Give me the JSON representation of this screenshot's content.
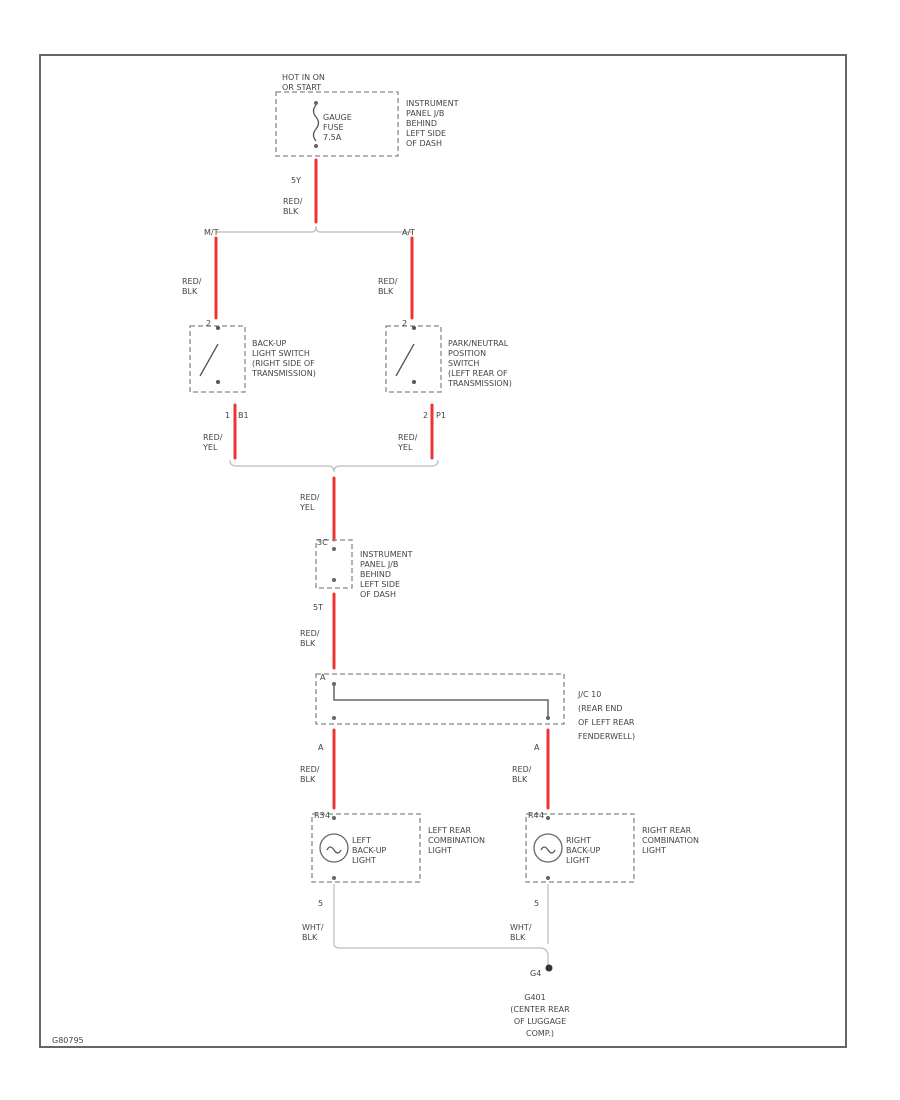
{
  "diagram_id": "G80795",
  "fuse_block": {
    "power_label": [
      "HOT IN ON",
      "OR START"
    ],
    "fuse_label": [
      "GAUGE",
      "FUSE",
      "7.5A"
    ],
    "location": [
      "INSTRUMENT",
      "PANEL J/B",
      "BEHIND",
      "LEFT SIDE",
      "OF DASH"
    ],
    "pin": "5Y"
  },
  "wires": {
    "red_blk": [
      "RED/",
      "BLK"
    ],
    "red_yel": [
      "RED/",
      "YEL"
    ],
    "wht_blk": [
      "WHT/",
      "BLK"
    ]
  },
  "splits": {
    "left": "M/T",
    "right": "A/T"
  },
  "backup_switch": {
    "label": [
      "BACK-UP",
      "LIGHT SWITCH",
      "(RIGHT SIDE OF",
      "TRANSMISSION)"
    ],
    "connector": "B1",
    "pin_top": "2",
    "pin_bottom": "1"
  },
  "pn_switch": {
    "label": [
      "PARK/NEUTRAL",
      "POSITION",
      "SWITCH",
      "(LEFT REAR OF",
      "TRANSMISSION)"
    ],
    "connector": "P1",
    "pin_top": "2",
    "pin_bottom": "2"
  },
  "jb2": {
    "label": [
      "INSTRUMENT",
      "PANEL J/B",
      "BEHIND",
      "LEFT SIDE",
      "OF DASH"
    ],
    "pin_top": "3C",
    "pin_bottom": "5T"
  },
  "junction": {
    "label": [
      "J/C 10",
      "(REAR END",
      "OF LEFT REAR",
      "FENDERWELL)"
    ],
    "pin_in": "A",
    "pin_left": "A",
    "pin_right": "A"
  },
  "left_light": {
    "connector": "R3",
    "bulb_label": [
      "LEFT",
      "BACK-UP",
      "LIGHT"
    ],
    "location": [
      "LEFT REAR",
      "COMBINATION",
      "LIGHT"
    ],
    "pin_top": "4",
    "pin_bottom": "5"
  },
  "right_light": {
    "connector": "R4",
    "bulb_label": [
      "RIGHT",
      "BACK-UP",
      "LIGHT"
    ],
    "location": [
      "RIGHT REAR",
      "COMBINATION",
      "LIGHT"
    ],
    "pin_top": "4",
    "pin_bottom": "5"
  },
  "ground": {
    "id": "G4",
    "label": [
      "G401",
      "(CENTER REAR",
      "OF LUGGAGE",
      "COMP.)"
    ]
  },
  "colors": {
    "wire_red": "#ee3333",
    "wire_gray": "#bbbbbb",
    "frame": "#666666",
    "text": "#444444"
  }
}
